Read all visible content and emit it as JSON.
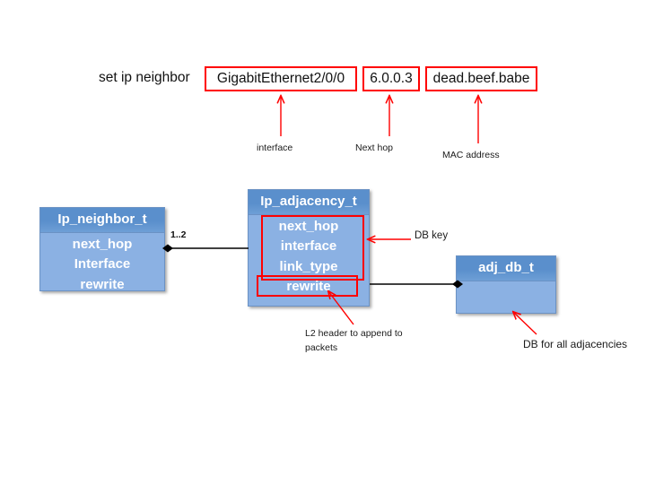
{
  "command": {
    "prefix_label": "set ip neighbor",
    "fields": [
      {
        "name": "interface",
        "value": "GigabitEthernet2/0/0",
        "annotation": "interface"
      },
      {
        "name": "next-hop",
        "value": "6.0.0.3",
        "annotation": "Next hop"
      },
      {
        "name": "mac",
        "value": "dead.beef.babe",
        "annotation": "MAC address"
      }
    ]
  },
  "entities": [
    {
      "id": "ip-neighbor",
      "title": "Ip_neighbor_t",
      "fields": [
        "next_hop",
        "Interface",
        "rewrite"
      ]
    },
    {
      "id": "ip-adjacency",
      "title": "Ip_adjacency_t",
      "fields": [
        "next_hop",
        "interface",
        "link_type",
        "rewrite"
      ]
    },
    {
      "id": "adj-db",
      "title": "adj_db_t",
      "fields": []
    }
  ],
  "callouts": {
    "db_key": "DB key",
    "cardinality": "1..2",
    "l2_header": "L2 header to append to packets",
    "adj_db": "DB for all adjacencies"
  },
  "colors": {
    "entity_body": "#8BB1E3",
    "entity_header": "#5A8FCC",
    "highlight": "#FF0000",
    "connector": "#000000",
    "text_light": "#FFFFFF",
    "text_dark": "#1A1A1A"
  }
}
